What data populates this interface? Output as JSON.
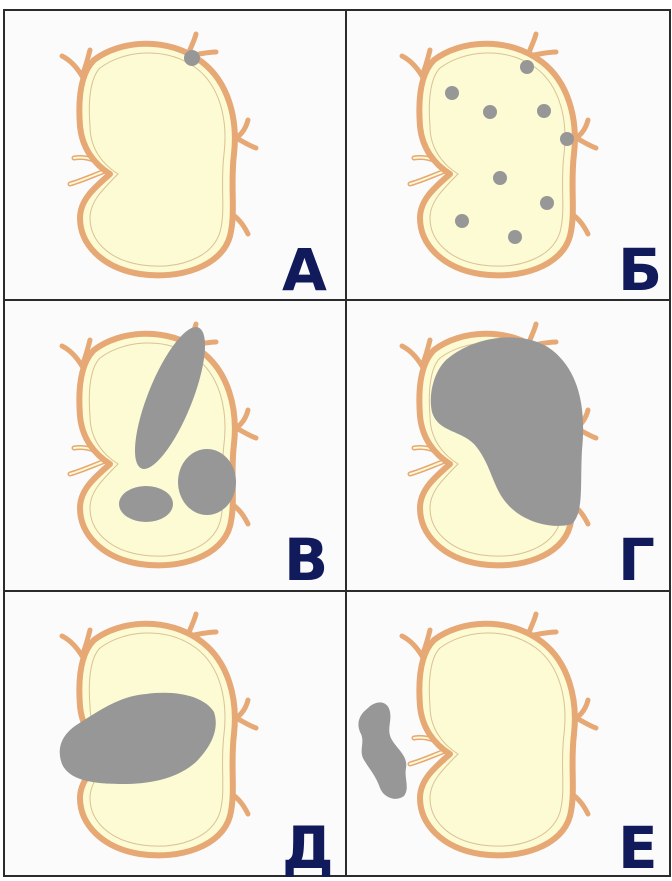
{
  "colors": {
    "node_fill": "#fdfbd3",
    "node_capsule": "#e6a874",
    "lesion": "#979797",
    "letter": "#111a5a",
    "frame": "#2b2b2b"
  },
  "panels": [
    {
      "id": "panel-a",
      "letter": "А",
      "lesion_pattern": "single-small-focus"
    },
    {
      "id": "panel-b",
      "letter": "Б",
      "lesion_pattern": "multiple-small-foci"
    },
    {
      "id": "panel-v",
      "letter": "В",
      "lesion_pattern": "several-large-foci"
    },
    {
      "id": "panel-g",
      "letter": "Г",
      "lesion_pattern": "subtotal-replacement"
    },
    {
      "id": "panel-d",
      "letter": "Д",
      "lesion_pattern": "capsule-breach-extranodal"
    },
    {
      "id": "panel-e",
      "letter": "Е",
      "lesion_pattern": "extranodal-deposit-outside-node"
    }
  ]
}
